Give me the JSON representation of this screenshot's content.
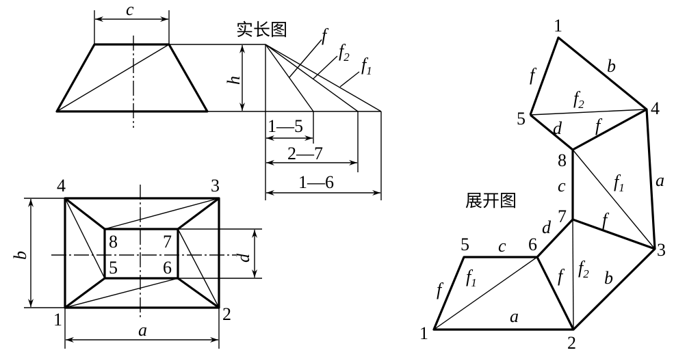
{
  "titles": {
    "true_length": "实长图",
    "development": "展开图"
  },
  "front_view": {
    "dim_top": "c",
    "dim_height": "h"
  },
  "true_length": {
    "lines": [
      {
        "name": "f",
        "sub": ""
      },
      {
        "name": "f",
        "sub": "2"
      },
      {
        "name": "f",
        "sub": "1"
      }
    ],
    "dims": [
      "1—5",
      "2—7",
      "1—6"
    ]
  },
  "plan_view": {
    "outer_corners": [
      "4",
      "3",
      "1",
      "2"
    ],
    "inner_corners": [
      "8",
      "7",
      "5",
      "6"
    ],
    "dim_width": "a",
    "dim_depth": "b",
    "dim_inner": "d"
  },
  "development": {
    "points": {
      "p1_top": "1",
      "p4": "4",
      "p5_top": "5",
      "p8": "8",
      "p7": "7",
      "p3": "3",
      "p6": "6",
      "p5_bot": "5",
      "p1_bot": "1",
      "p2": "2"
    },
    "edge_labels": {
      "f_15": "f",
      "b_14": "b",
      "f2_54": "f",
      "f2_sub": "2",
      "d_58": "d",
      "f_84": "f",
      "c_87": "c",
      "f1_83": "f",
      "f1_sub": "1",
      "a_43": "a",
      "f_73": "f",
      "d_67": "d",
      "c_56": "c",
      "f_11": "f",
      "f1_16": "f",
      "f1b_sub": "1",
      "a_12": "a",
      "f_62": "f",
      "f2_72": "f",
      "f2b_sub": "2",
      "b_23": "b"
    }
  }
}
